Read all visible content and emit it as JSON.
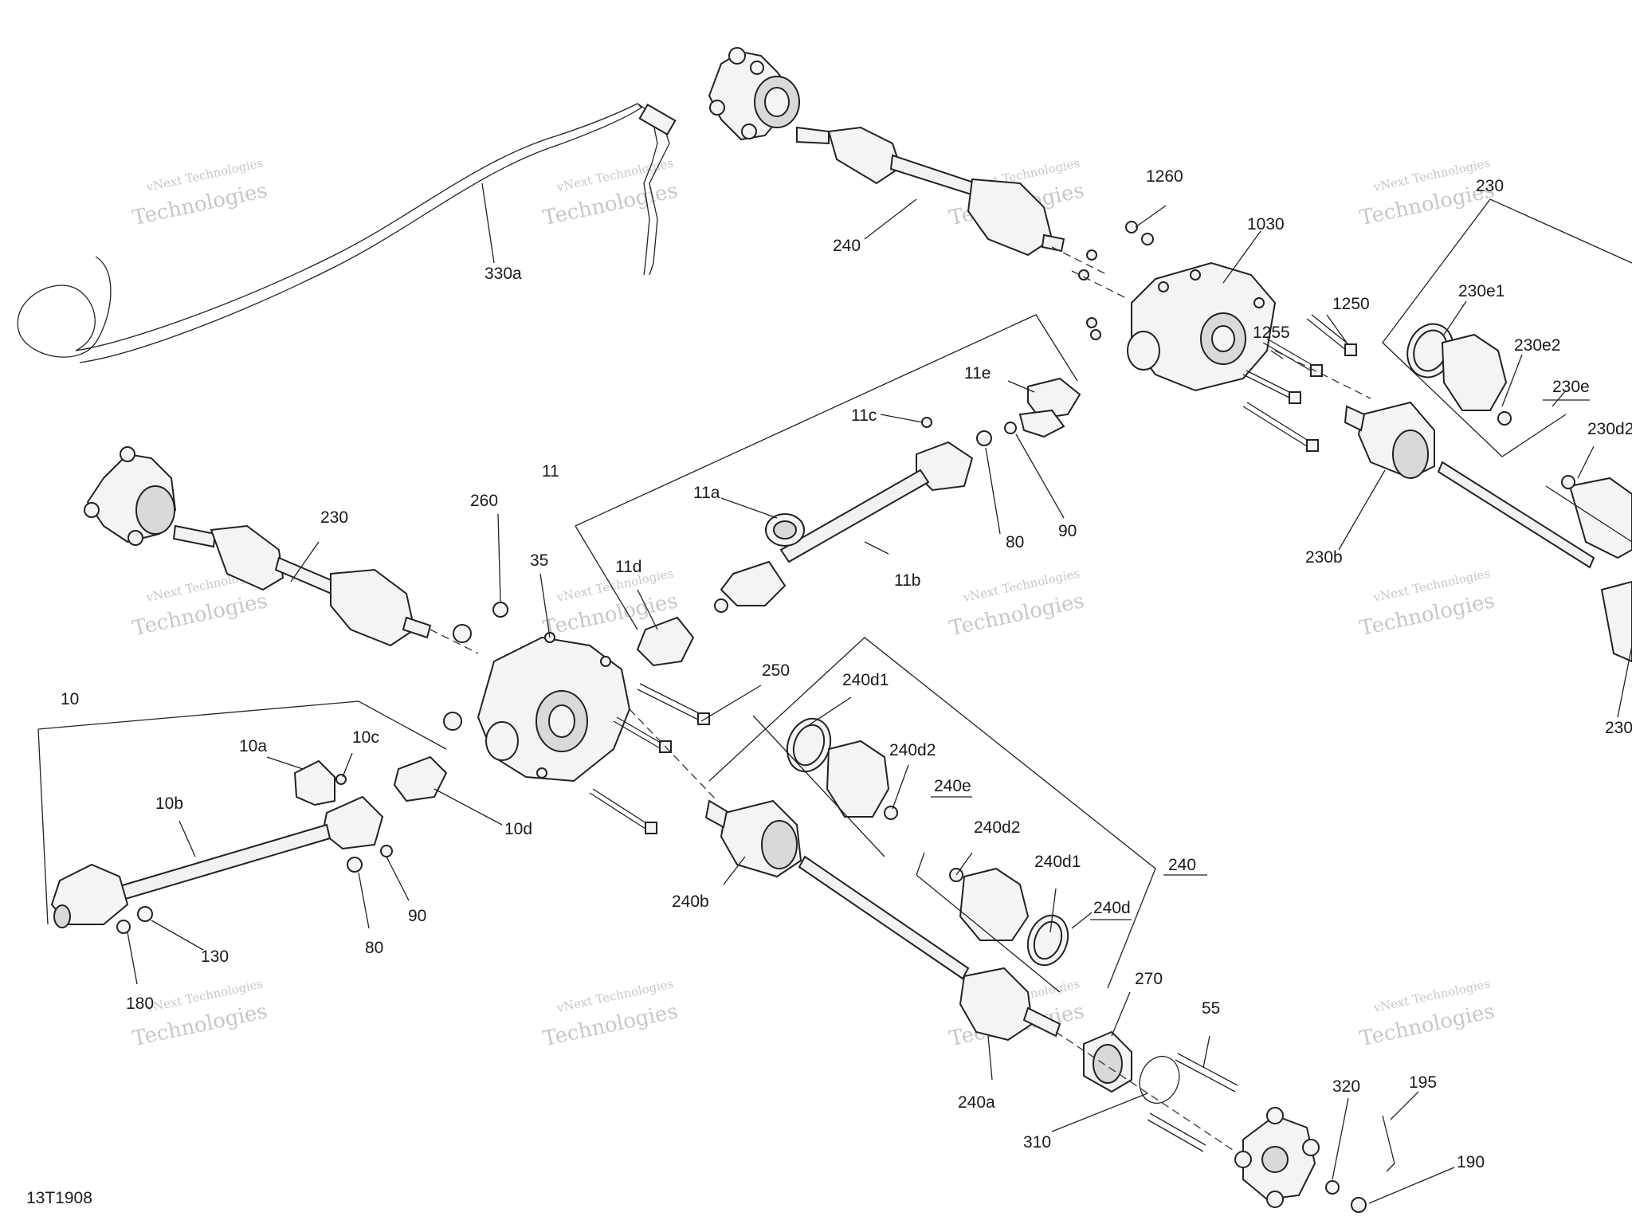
{
  "diagram": {
    "id_code": "13T1908",
    "watermark_line1": "vNext Technologies",
    "watermark_line2": "Technologies",
    "labels": [
      "10",
      "10a",
      "10b",
      "10c",
      "10d",
      "11",
      "11a",
      "11b",
      "11c",
      "11d",
      "11e",
      "35",
      "55",
      "80",
      "90",
      "130",
      "180",
      "190",
      "195",
      "230",
      "230b",
      "230d2",
      "230e",
      "230e1",
      "230e2",
      "240",
      "240a",
      "240b",
      "240d",
      "240d1",
      "240d2",
      "240e",
      "250",
      "260",
      "270",
      "310",
      "320",
      "330a",
      "1030",
      "1250",
      "1255",
      "1260"
    ]
  },
  "callouts": {
    "l330a": "330a",
    "l240top": "240",
    "l1260": "1260",
    "l1030": "1030",
    "l1250": "1250",
    "l1255": "1255",
    "l230right": "230",
    "l230e1": "230e1",
    "l230e2": "230e2",
    "l230e": "230e",
    "l230d2": "230d2",
    "l230b": "230b",
    "l230bottomright": "230",
    "l11e": "11e",
    "l11c": "11c",
    "l11": "11",
    "l11a": "11a",
    "l11b": "11b",
    "l11d": "11d",
    "l80a": "80",
    "l90a": "90",
    "l260": "260",
    "l35": "35",
    "l230left": "230",
    "l10": "10",
    "l10a": "10a",
    "l10c": "10c",
    "l10b": "10b",
    "l10d": "10d",
    "l250": "250",
    "l240d1a": "240d1",
    "l240d2a": "240d2",
    "l240ea": "240e",
    "l240d2b": "240d2",
    "l240d1b": "240d1",
    "l240d": "240d",
    "l240mid": "240",
    "l240b": "240b",
    "l80b": "80",
    "l90b": "90",
    "l130": "130",
    "l180": "180",
    "l270": "270",
    "l55": "55",
    "l240a": "240a",
    "l310": "310",
    "l320": "320",
    "l195": "195",
    "l190": "190"
  }
}
